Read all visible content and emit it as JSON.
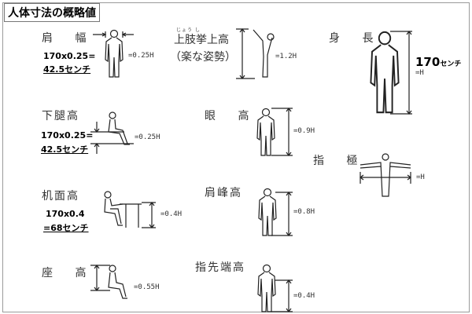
{
  "title": "人体寸法の概略値",
  "items": {
    "shoulder_width": {
      "label": "肩 幅",
      "calc1": "170x0.25=",
      "calc2": "42.5センチ",
      "ratio": "=0.25H"
    },
    "arm_raise": {
      "ruby": "じょう し",
      "label": "上肢挙上高",
      "sub": "（楽な姿勢）",
      "ratio": "=1.2H"
    },
    "height": {
      "label": "身 長",
      "value": "170",
      "unit": "センチ",
      "ratio": "=H"
    },
    "lower_leg": {
      "label": "下腿高",
      "calc1": "170x0.25=",
      "calc2": "42.5センチ",
      "ratio": "=0.25H"
    },
    "eye_height": {
      "label": "眼 高",
      "ratio": "=0.9H"
    },
    "arm_span": {
      "label": "指 極",
      "ratio": "=H"
    },
    "desk_height": {
      "label": "机面高",
      "calc1": "170x0.4",
      "calc2": "=68センチ",
      "ratio": "=0.4H"
    },
    "shoulder_height": {
      "label": "肩峰高",
      "ratio": "=0.8H"
    },
    "sitting_height": {
      "label": "座 高",
      "ratio": "=0.55H"
    },
    "fingertip_height": {
      "label": "指先端高",
      "ratio": "=0.4H"
    }
  }
}
